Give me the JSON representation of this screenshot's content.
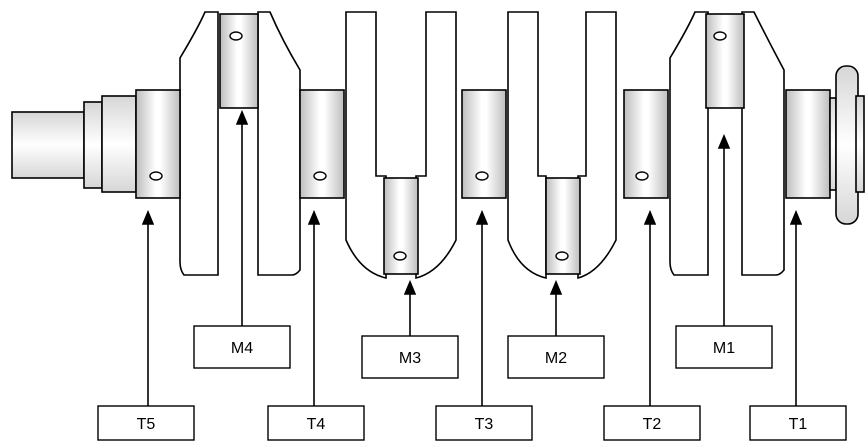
{
  "diagram": {
    "subject": "crankshaft",
    "colors": {
      "outline": "#000000",
      "fill": "#ffffff",
      "shade_dark": "#bdbdbd",
      "shade_light": "#ffffff"
    },
    "main_journal_labels": [
      "M1",
      "M2",
      "M3",
      "M4"
    ],
    "thrust_journal_labels": [
      "T1",
      "T2",
      "T3",
      "T4",
      "T5"
    ]
  }
}
